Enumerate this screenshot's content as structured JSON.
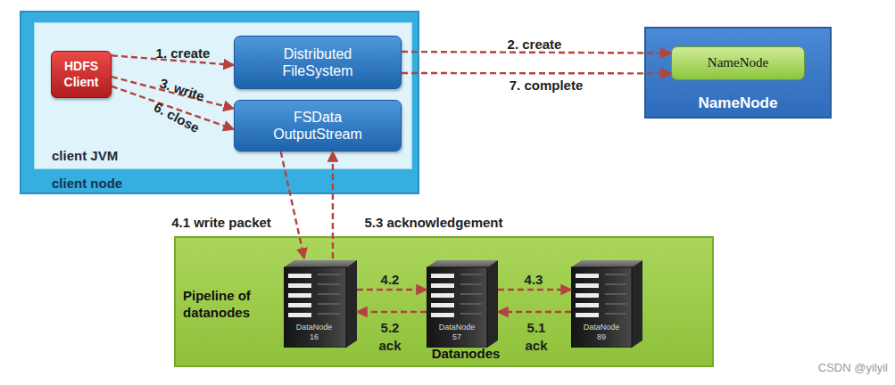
{
  "diagram": {
    "nodes": [
      {
        "text": [
          "client node"
        ]
      },
      {
        "text": [
          "client JVM"
        ],
        "in": 0
      },
      {
        "text": [
          "HDFS Client"
        ],
        "in": 1
      },
      {
        "text": [
          "Distributed FileSystem"
        ],
        "in": 1
      },
      {
        "text": [
          "FSData OutputStream"
        ],
        "in": 1
      },
      {
        "text": [
          "NameNode"
        ]
      },
      {
        "text": [
          "NameNode"
        ],
        "in": 5
      },
      {
        "text": [
          "Pipeline of datanodes",
          "Datanodes"
        ]
      },
      {
        "text": [
          "DataNode 16"
        ],
        "in": 7
      },
      {
        "text": [
          "DataNode 57"
        ],
        "in": 7
      },
      {
        "text": [
          "DataNode 89"
        ],
        "in": 7
      }
    ],
    "edges": [
      {
        "from": 2,
        "to": 3,
        "label": "1. create",
        "arrow": "to"
      },
      {
        "from": 2,
        "to": 4,
        "label": "3. write",
        "arrow": "to"
      },
      {
        "from": 2,
        "to": 4,
        "label": "6. close",
        "arrow": "to"
      },
      {
        "from": 3,
        "to": 6,
        "label": "2. create",
        "arrow": "to"
      },
      {
        "from": 3,
        "to": 6,
        "label": "7. complete",
        "arrow": "to"
      },
      {
        "from": 4,
        "to": 8,
        "label": "4.1 write packet",
        "arrow": "to"
      },
      {
        "from": 8,
        "to": 4,
        "label": "5.3 acknowledgement",
        "arrow": "to"
      },
      {
        "from": 8,
        "to": 9,
        "label": "4.2",
        "arrow": "to"
      },
      {
        "from": 9,
        "to": 8,
        "label": "5.2 ack",
        "arrow": "to"
      },
      {
        "from": 9,
        "to": 10,
        "label": "4.3",
        "arrow": "to"
      },
      {
        "from": 10,
        "to": 9,
        "label": "5.1 ack",
        "arrow": "to"
      }
    ],
    "labels": [
      "CSDN @yilyil"
    ]
  }
}
